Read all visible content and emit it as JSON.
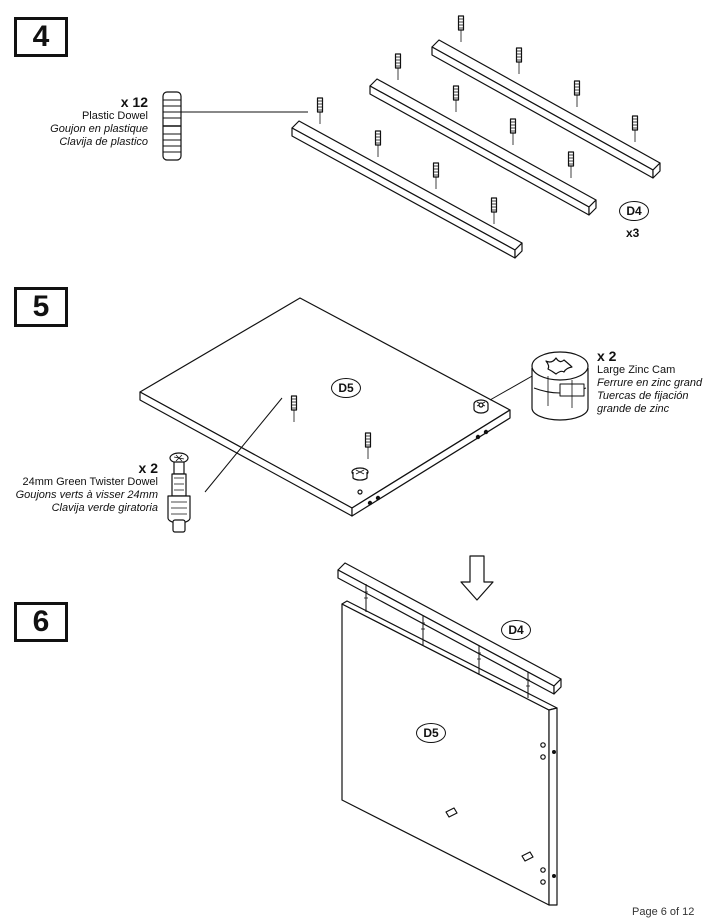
{
  "steps": {
    "step4": "4",
    "step5": "5",
    "step6": "6"
  },
  "step4": {
    "dowel_qty": "x 12",
    "dowel_en": "Plastic Dowel",
    "dowel_fr": "Goujon en plastique",
    "dowel_es": "Clavija de plastico",
    "part": "D4",
    "part_qty": "x3"
  },
  "step5": {
    "cam_qty": "x 2",
    "cam_en": "Large Zinc Cam",
    "cam_fr": "Ferrure en zinc grand",
    "cam_es": "Tuercas de fijación",
    "cam_es2": "grande de zinc",
    "twister_qty": "x 2",
    "twister_en": "24mm Green Twister Dowel",
    "twister_fr": "Goujons verts à visser 24mm",
    "twister_es": "Clavija verde giratoria",
    "part": "D5"
  },
  "step6": {
    "part_top": "D4",
    "part_panel": "D5"
  },
  "footer": "Page 6 of 12"
}
